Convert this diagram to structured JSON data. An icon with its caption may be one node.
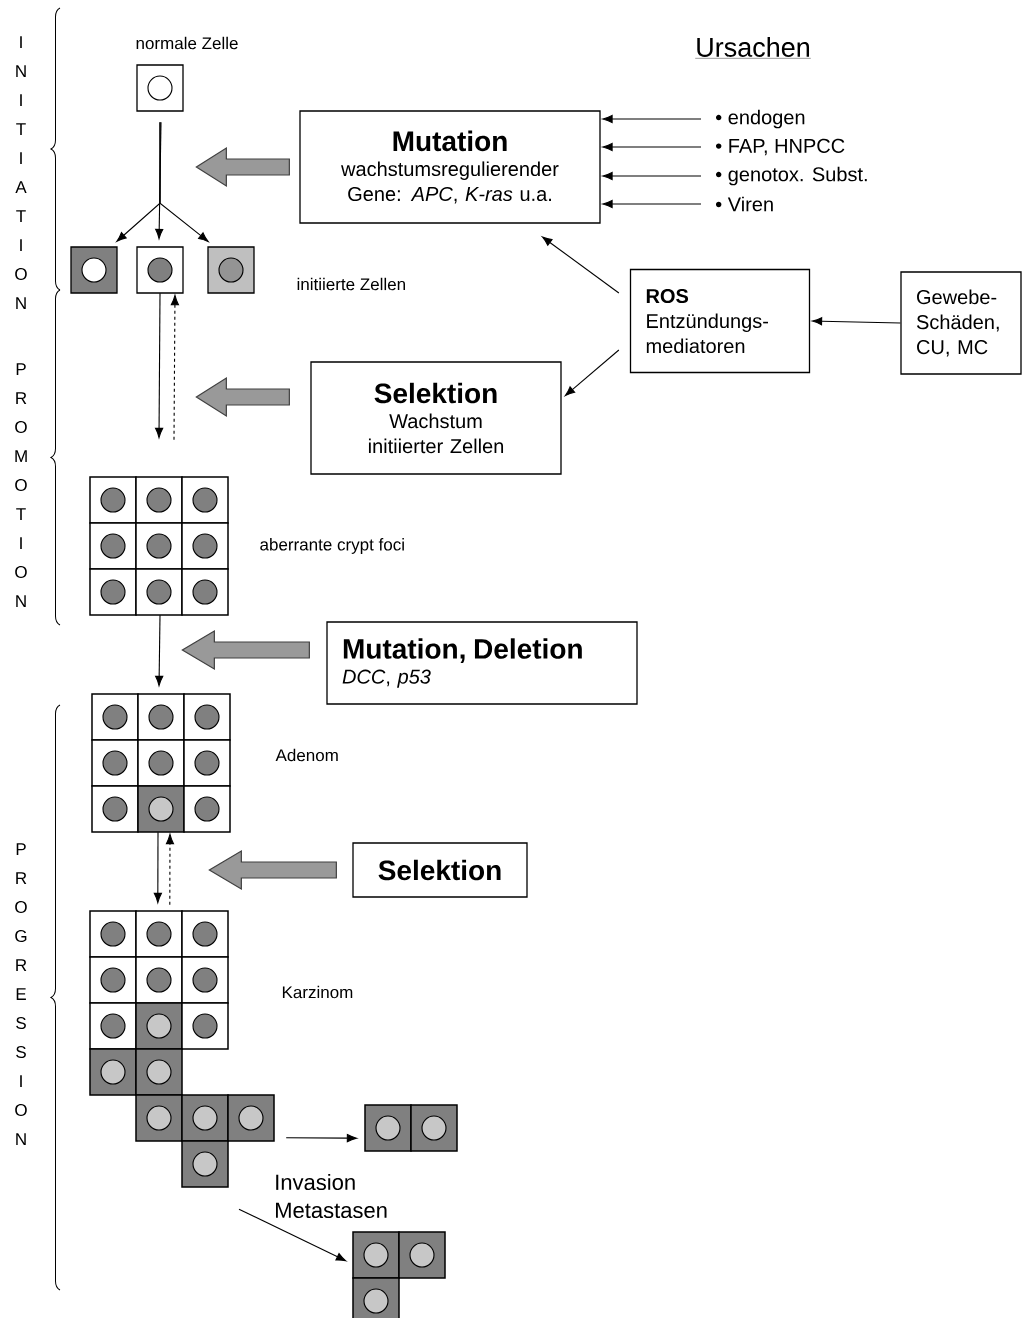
{
  "diagram": {
    "nodes": [
      {
        "text": [],
        "shape": "box",
        "beside": [
          "normale Zelle"
        ]
      },
      {
        "text": [],
        "shape": "box"
      },
      {
        "text": [],
        "shape": "box"
      },
      {
        "text": [],
        "shape": "box",
        "beside": [
          "initiierte Zellen"
        ]
      },
      {
        "text": [],
        "shape": "grid",
        "beside": [
          "aberrante crypt foci"
        ]
      },
      {
        "text": [],
        "shape": "grid",
        "beside": [
          "Adenom"
        ]
      },
      {
        "text": [],
        "shape": "grid",
        "beside": [
          "Karzinom"
        ]
      },
      {
        "text": [],
        "shape": "grid"
      },
      {
        "text": [],
        "shape": "grid"
      },
      {
        "text": [
          "Mutation",
          "wachstumsregulierender Gene: *APC*, *K-ras* u.a."
        ]
      },
      {
        "text": [
          "Selektion",
          "Wachstum initiierter Zellen"
        ]
      },
      {
        "text": [
          "Mutation, Deletion",
          "*DCC*, *p53*"
        ]
      },
      {
        "text": [
          "Selektion"
        ]
      },
      {
        "text": [
          "ROS",
          "Entzündungs- mediatoren"
        ]
      },
      {
        "text": [
          "Gewebe- Schäden, CU, MC"
        ]
      },
      {
        "text": [
          "• endogen"
        ]
      },
      {
        "text": [
          "• FAP, HNPCC"
        ]
      },
      {
        "text": [
          "• genotox. Subst."
        ]
      },
      {
        "text": [
          "• Viren"
        ]
      }
    ],
    "edges": [
      {
        "from": 0,
        "to": 1,
        "arrow": "to"
      },
      {
        "from": 0,
        "to": 2,
        "arrow": "to"
      },
      {
        "from": 0,
        "to": 3,
        "arrow": "to"
      },
      {
        "from": 2,
        "to": 4,
        "arrow": "to"
      },
      {
        "from": 4,
        "to": 2,
        "arrow": "to",
        "style": "dashed"
      },
      {
        "from": 4,
        "to": 5,
        "arrow": "to"
      },
      {
        "from": 5,
        "to": 6,
        "arrow": "to"
      },
      {
        "from": 6,
        "to": 5,
        "arrow": "to",
        "style": "dashed"
      },
      {
        "from": 6,
        "to": 7,
        "arrow": "to"
      },
      {
        "from": 6,
        "to": 8,
        "arrow": "to"
      },
      {
        "from": 9,
        "to": null,
        "arrow": "to",
        "style": "thick",
        "color": "#999999"
      },
      {
        "from": 10,
        "to": null,
        "arrow": "to",
        "style": "thick",
        "color": "#999999"
      },
      {
        "from": 11,
        "to": null,
        "arrow": "to",
        "style": "thick",
        "color": "#999999"
      },
      {
        "from": 12,
        "to": null,
        "arrow": "to",
        "style": "thick",
        "color": "#999999"
      },
      {
        "from": 15,
        "to": 9,
        "arrow": "to"
      },
      {
        "from": 16,
        "to": 9,
        "arrow": "to"
      },
      {
        "from": 17,
        "to": 9,
        "arrow": "to"
      },
      {
        "from": 18,
        "to": 9,
        "arrow": "to"
      },
      {
        "from": 13,
        "to": 9,
        "arrow": "to"
      },
      {
        "from": 13,
        "to": 10,
        "arrow": "to"
      },
      {
        "from": 14,
        "to": 13,
        "arrow": "to"
      }
    ],
    "labels": [
      "I N I T I A T I O N",
      "Ursachen",
      "P R O M O T I O N",
      "P R O G R E S S I O N",
      "Invasion Metastasen"
    ]
  }
}
